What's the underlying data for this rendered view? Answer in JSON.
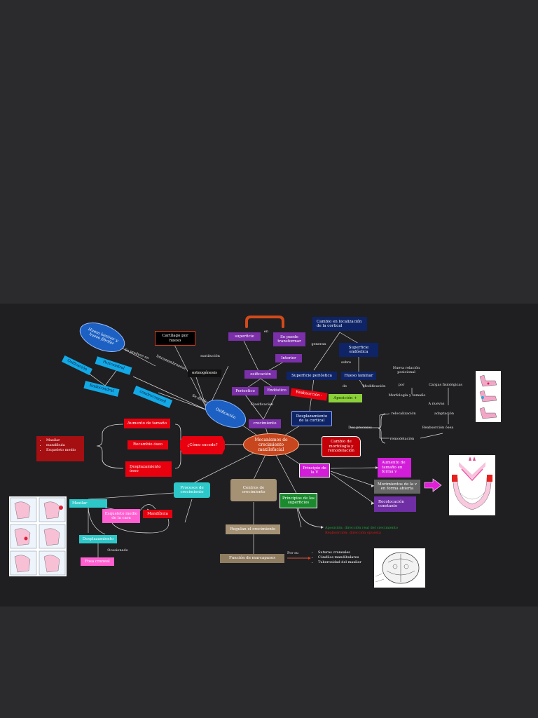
{
  "center": "Mecanismos de crecimiento maxilofacial",
  "top_left": {
    "hueso_laminar": "Hueso laminar y hueso fibrilar",
    "se_produce_en": "Se produce en",
    "osificacion_left": "Osificación",
    "pericondral": "Pericondral",
    "endocondral": "Endocondral",
    "condrocraneal": "condrocraneal",
    "intramembranosa": "Intramembranosa",
    "se_divide": "Se divide",
    "osificacion_ellipse": "Osificación",
    "cartilago": "Cartílago por hueso",
    "sustitucion": "sustitución",
    "osteogenesis": "osteogénesis"
  },
  "top_center": {
    "en": "en",
    "superficie": "superficie",
    "se_puede_transformar": "Se puede transformar",
    "interior": "Interior",
    "osificacion": "osificación",
    "periostico": "Periostico",
    "endostico": "Endóstico",
    "clasificacion": "Clasificación",
    "crecimiento": "crecimiento"
  },
  "top_right": {
    "cambio_localizacion": "Cambio en localización de la cortical",
    "generan": "generan",
    "superficie_endostica": "Superficie endóstica",
    "sobre": "sobre",
    "superficie_periostica": "Superficie perióstica",
    "hueso_laminar": "Hueso laminar",
    "reabsorcion": "Reabsorción -",
    "aposicion": "Aposición +",
    "de": "de",
    "modificacion": "Modificación",
    "desplazamiento_cortical": "Desplazamiento de la cortical",
    "dos_procesos": "Dos procesos",
    "cambio_morfologia": "Cambio de morfología y remodelación",
    "nueva_relacion": "Nueva relación posicional",
    "por": "por",
    "morfologia": "Morfología y tamaño",
    "cargas": "Cargas fisiológicas",
    "a_nuevas": "A nuevas",
    "adaptacion": "adaptación",
    "relocalizacion": "relocalización",
    "reabsorcion_osea": "Reabsorción ósea",
    "remodelacion": "remodelación"
  },
  "middle_left": {
    "list": [
      "Maxilar",
      "mandíbula",
      "Esqueleto medio"
    ],
    "aumento": "Aumento de tamaño",
    "recambio": "Recambio óseo",
    "desplazamiento_oseo": "Desplazamiento óseo",
    "como_sucede": "¿Cómo sucede?"
  },
  "right_v": {
    "principio_v": "Principio de la V",
    "aumento_v": "Aumento de tamaño en forma v",
    "movimientos_v": "Movimientos de la v en forma abierta",
    "recolocacion": "Recolocación constante"
  },
  "bottom": {
    "procesos": "Procesos de crecimiento",
    "centros": "Centros de crecimiento",
    "principios_superficies": "Principios de las superficies",
    "aposicion_text": "Aposición: dirección real del crecimiento",
    "reabsorcion_text": "Reabsorción: dirección opuesta",
    "maxilar": "Maxilar",
    "esqueleto_cara": "Esqueleto medio de la cara",
    "mandibula": "Mandíbula",
    "desplazamiento": "Desplazamiento",
    "ocasionado": "Ocasionado",
    "fosa_craneal": "Fosa craneal",
    "regulan": "Regulan el crecimiento",
    "funcion": "Función de marcapasos",
    "por_su": "Por su",
    "list": [
      "Suturas craneales",
      "Cóndilos mandibulares",
      "Tuberosidad del maxilar"
    ]
  },
  "colors": {
    "purple": "#7b2fa8",
    "navy": "#0e2466",
    "red": "#e8000f",
    "cyan": "#13a9e6",
    "center": "#c8461e",
    "background": "#1f1f21",
    "aposicion_text": "#19a83a",
    "reabsorcion_text": "#e01515"
  }
}
